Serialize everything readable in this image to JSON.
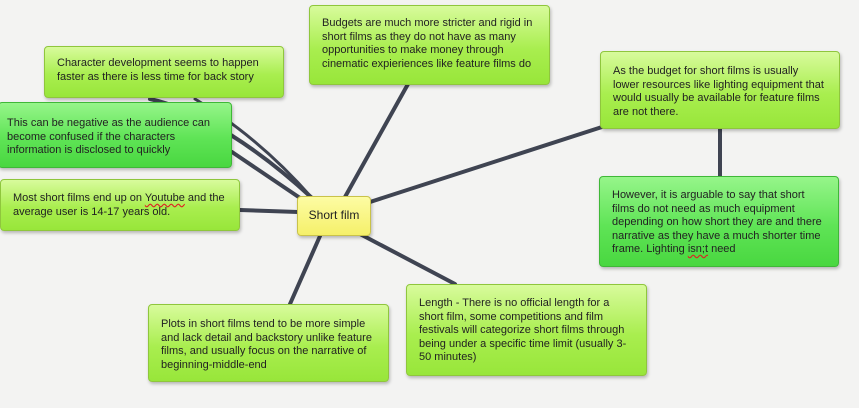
{
  "center": {
    "label": "Short film"
  },
  "nodes": {
    "character": {
      "text": "Character development seems to happen faster as there is less time for back story"
    },
    "negative": {
      "text": "This can be negative as the audience can become confused if the characters information is disclosed to quickly"
    },
    "youtube": {
      "pre": "Most short films end up on ",
      "link": "Youtube",
      "post": " and the average user is 14-17 years old."
    },
    "budgets": {
      "text": "Budgets are much more stricter and rigid in short films as they do not have as many opportunities  to make money through cinematic expieriences like feature films do"
    },
    "lighting": {
      "text": "As the budget for short films is usually lower resources like lighting equipment that would usually be available for feature films are not there."
    },
    "however": {
      "text": "However, it is arguable to say that short films do not need as much equipment depending on how short they are and there narrative as they have a much shorter time frame. Lighting ",
      "err": "isn;t",
      "post": " need"
    },
    "plots": {
      "text": "Plots in short films tend to be more simple and lack detail and backstory unlike feature films, and usually focus on the narrative of beginning-middle-end"
    },
    "length": {
      "text": "Length - There is no official length for a short film, some competitions and film festivals will categorize short films through being under a specific time limit (usually 3-50 minutes)"
    }
  },
  "colors": {
    "background": "#f3f3f2",
    "node_light_green": "#a9ee4f",
    "node_green": "#5fe456",
    "center_yellow": "#f5f06a",
    "connector": "#3f4452"
  }
}
